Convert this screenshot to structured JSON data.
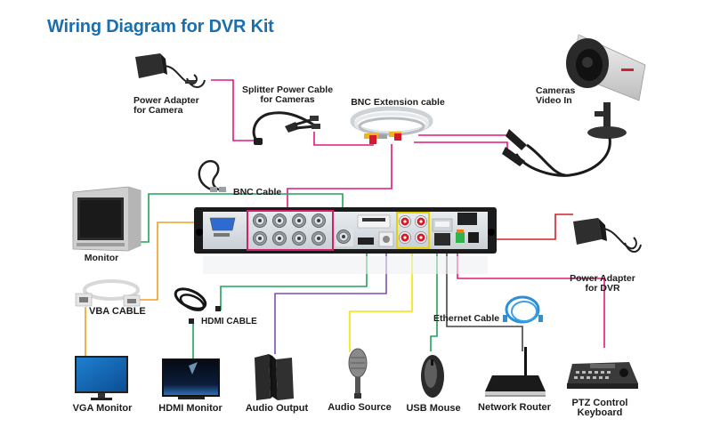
{
  "title": "Wiring Diagram for DVR Kit",
  "colors": {
    "title": "#1a6fae",
    "power_wire": "#e0197d",
    "video_wire": "#1fa35a",
    "vga_wire": "#f0a020",
    "audio_out_wire": "#7d4fb0",
    "audio_in_wire": "#f2e400",
    "ethernet_wire": "#444444",
    "dvr_power_wire": "#d41f2a"
  },
  "components": {
    "power_adapter_camera": "Power Adapter\nfor Camera",
    "splitter_cable": "Splitter Power Cable\nfor Cameras",
    "bnc_extension": "BNC Extension cable",
    "cameras": "Cameras\nVideo In",
    "bnc_cable": "BNC Cable",
    "monitor": "Monitor",
    "vga_cable": "VBA CABLE",
    "hdmi_cable": "HDMI CABLE",
    "power_adapter_dvr": "Power Adapter\nfor DVR",
    "ethernet_cable": "Ethernet Cable",
    "vga_monitor": "VGA Monitor",
    "hdmi_monitor": "HDMI Monitor",
    "audio_output": "Audio Output",
    "audio_source": "Audio Source",
    "usb_mouse": "USB Mouse",
    "network_router": "Network Router",
    "ptz_keyboard": "PTZ Control\nKeyboard"
  },
  "icons": {
    "power_adapter": "power-adapter-icon",
    "camera": "cctv-camera-icon",
    "dvr": "dvr-recorder-icon",
    "monitor": "crt-monitor-icon",
    "router": "router-icon",
    "mouse": "mouse-icon",
    "microphone": "microphone-icon",
    "speakers": "speakers-icon",
    "keyboard": "ptz-keyboard-icon"
  }
}
